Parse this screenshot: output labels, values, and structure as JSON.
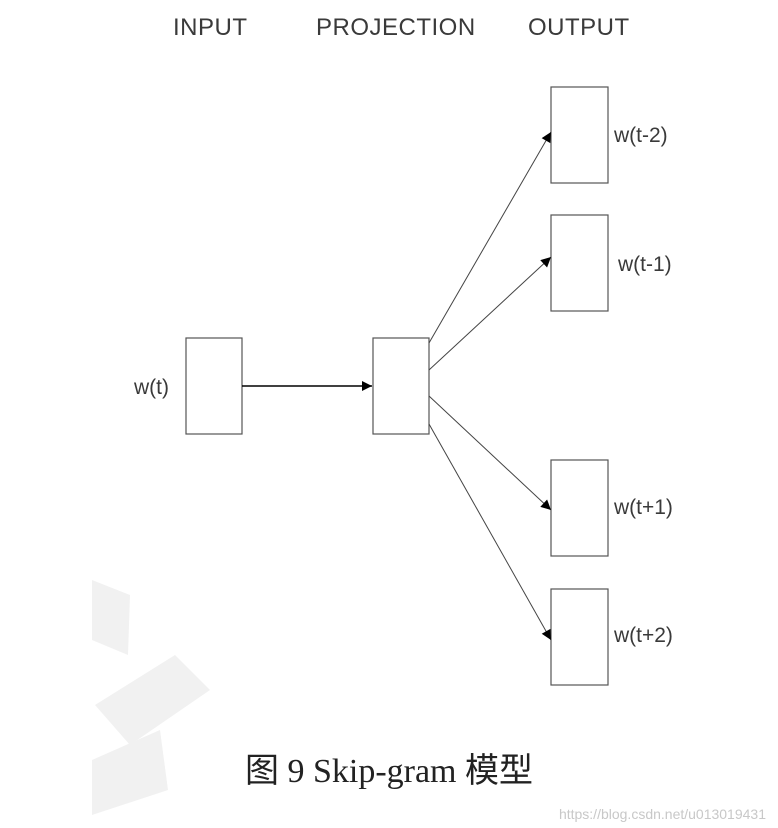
{
  "headers": {
    "input": "INPUT",
    "projection": "PROJECTION",
    "output": "OUTPUT"
  },
  "labels": {
    "input_word": "w(t)",
    "out_t_minus_2": "w(t-2)",
    "out_t_minus_1": "w(t-1)",
    "out_t_plus_1": "w(t+1)",
    "out_t_plus_2": "w(t+2)"
  },
  "caption": "图 9  Skip-gram 模型",
  "watermark": "https://blog.csdn.net/u013019431"
}
